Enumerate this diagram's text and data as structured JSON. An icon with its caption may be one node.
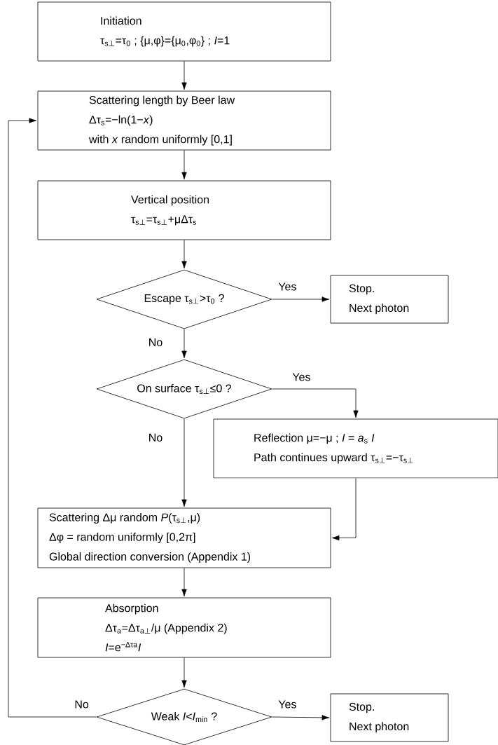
{
  "diagram": {
    "nodes": [
      {
        "text": [
          "Initiation",
          "τ$_{s⊥}$=τ$_{0}$ ; {μ,φ}={μ$_{0}$,φ$_{0}$} ; *I*=1"
        ]
      },
      {
        "text": [
          "Scattering length by Beer law",
          "Δτ$_{s}$=−ln(1−*x*)",
          "with *x* random uniformly [0,1]"
        ]
      },
      {
        "text": [
          "Vertical position",
          "τ$_{s⊥}$=τ$_{s⊥}$+μΔτ$_{s}$"
        ]
      },
      {
        "text": [
          "Escape τ$_{s⊥}$>τ$_{0}$ ?"
        ]
      },
      {
        "text": [
          "Stop.",
          "Next photon"
        ]
      },
      {
        "text": [
          "On surface τ$_{s⊥}$≤0 ?"
        ]
      },
      {
        "text": [
          "Reflection μ=−μ ; *I* = *a*$_{s}$ *I*",
          "Path continues upward τ$_{s⊥}$=−τ$_{s⊥}$"
        ]
      },
      {
        "text": [
          "Scattering Δμ random *P*(τ$_{s⊥}$,μ)",
          "Δφ = random uniformly [0,2π]",
          "Global direction conversion (Appendix 1)"
        ]
      },
      {
        "text": [
          "Absorption",
          "Δτ$_{a}$=Δτ$_{a⊥}$/μ (Appendix 2)",
          "*I*=e$^{−Δτa}$*I*"
        ]
      },
      {
        "text": [
          "Weak *I*<*I*$_{min}$ ?"
        ]
      },
      {
        "text": [
          "Stop.",
          "Next photon"
        ]
      }
    ],
    "edges": [
      {
        "from": 0,
        "to": 1,
        "arrow": "to"
      },
      {
        "from": 1,
        "to": 2,
        "arrow": "to"
      },
      {
        "from": 2,
        "to": 3,
        "arrow": "to"
      },
      {
        "from": 3,
        "to": 4,
        "arrow": "to",
        "label": "Yes"
      },
      {
        "from": 3,
        "to": 5,
        "arrow": "to",
        "label": "No"
      },
      {
        "from": 5,
        "to": 6,
        "arrow": "to",
        "label": "Yes"
      },
      {
        "from": 5,
        "to": 7,
        "arrow": "to",
        "label": "No"
      },
      {
        "from": 6,
        "to": 7,
        "arrow": "to"
      },
      {
        "from": 7,
        "to": 8,
        "arrow": "to"
      },
      {
        "from": 8,
        "to": 9,
        "arrow": "to"
      },
      {
        "from": 9,
        "to": 10,
        "arrow": "to",
        "label": "Yes"
      },
      {
        "from": 9,
        "to": 1,
        "arrow": "to",
        "label": "No"
      }
    ]
  }
}
